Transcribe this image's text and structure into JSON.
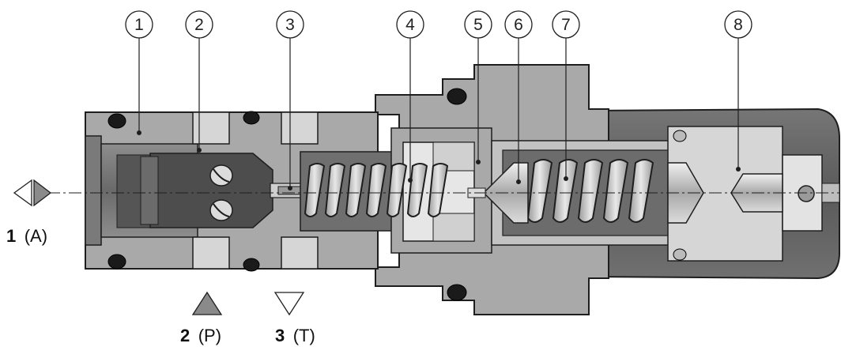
{
  "callouts": [
    "1",
    "2",
    "3",
    "4",
    "5",
    "6",
    "7",
    "8"
  ],
  "ports": {
    "a": {
      "number": "1",
      "letter": "(A)"
    },
    "p": {
      "number": "2",
      "letter": "(P)"
    },
    "t": {
      "number": "3",
      "letter": "(T)"
    }
  },
  "colors": {
    "body_dark": "#6b6b6b",
    "body_mid": "#a9a9a9",
    "body_light": "#d6d6d6",
    "cap_dark": "#5d5d5d",
    "seal_black": "#1a1a1a",
    "outline": "#1e1e1e",
    "port_filled": "#8a8a8a"
  }
}
